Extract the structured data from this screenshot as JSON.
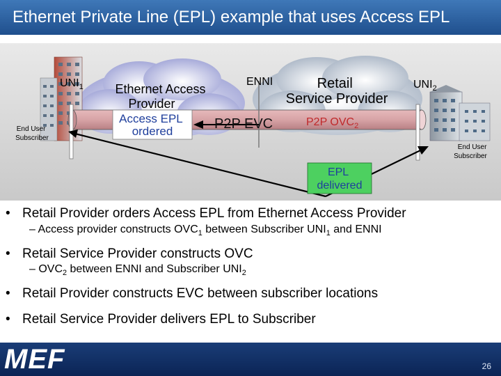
{
  "title": "Ethernet Private Line (EPL) example that uses Access EPL",
  "diagram": {
    "uni1_main": "UNI",
    "uni1_sub": "1",
    "end_user_left_line1": "End User",
    "end_user_left_line2": "Subscriber",
    "access_cloud_line1": "Ethernet Access",
    "access_cloud_line2": "Provider",
    "access_epl_line1": "Access EPL",
    "access_epl_line2": "ordered",
    "enni": "ENNI",
    "retail_line1": "Retail",
    "retail_line2": "Service Provider",
    "p2p_evc": "P2P EVC",
    "p2p_ovc_main": "P2P OVC",
    "p2p_ovc_sub": "2",
    "uni2_main": "UNI",
    "uni2_sub": "2",
    "end_user_right_line1": "End User",
    "end_user_right_line2": "Subscriber",
    "epl_line1": "EPL",
    "epl_line2": "delivered",
    "colors": {
      "header": "#2e64a6",
      "evc_pipe": "#d7a3a6",
      "callout": "#4dd060",
      "footer": "#0f2d63"
    }
  },
  "bullets": {
    "b1": "Retail Provider orders Access EPL from Ethernet Access Provider",
    "b1_sub_a": "– Access provider  constructs OVC",
    "b1_sub_b": "1",
    "b1_sub_c": " between Subscriber UNI",
    "b1_sub_d": "1",
    "b1_sub_e": " and ENNI",
    "b2": "Retail Service Provider constructs OVC",
    "b2_sub_a": "– OVC",
    "b2_sub_b": "2",
    "b2_sub_c": " between ENNI and Subscriber UNI",
    "b2_sub_d": "2",
    "b3": "Retail Provider constructs EVC between subscriber locations",
    "b4": "Retail Service Provider delivers EPL to Subscriber"
  },
  "footer": {
    "logo": "MEF",
    "page_number": "26"
  }
}
